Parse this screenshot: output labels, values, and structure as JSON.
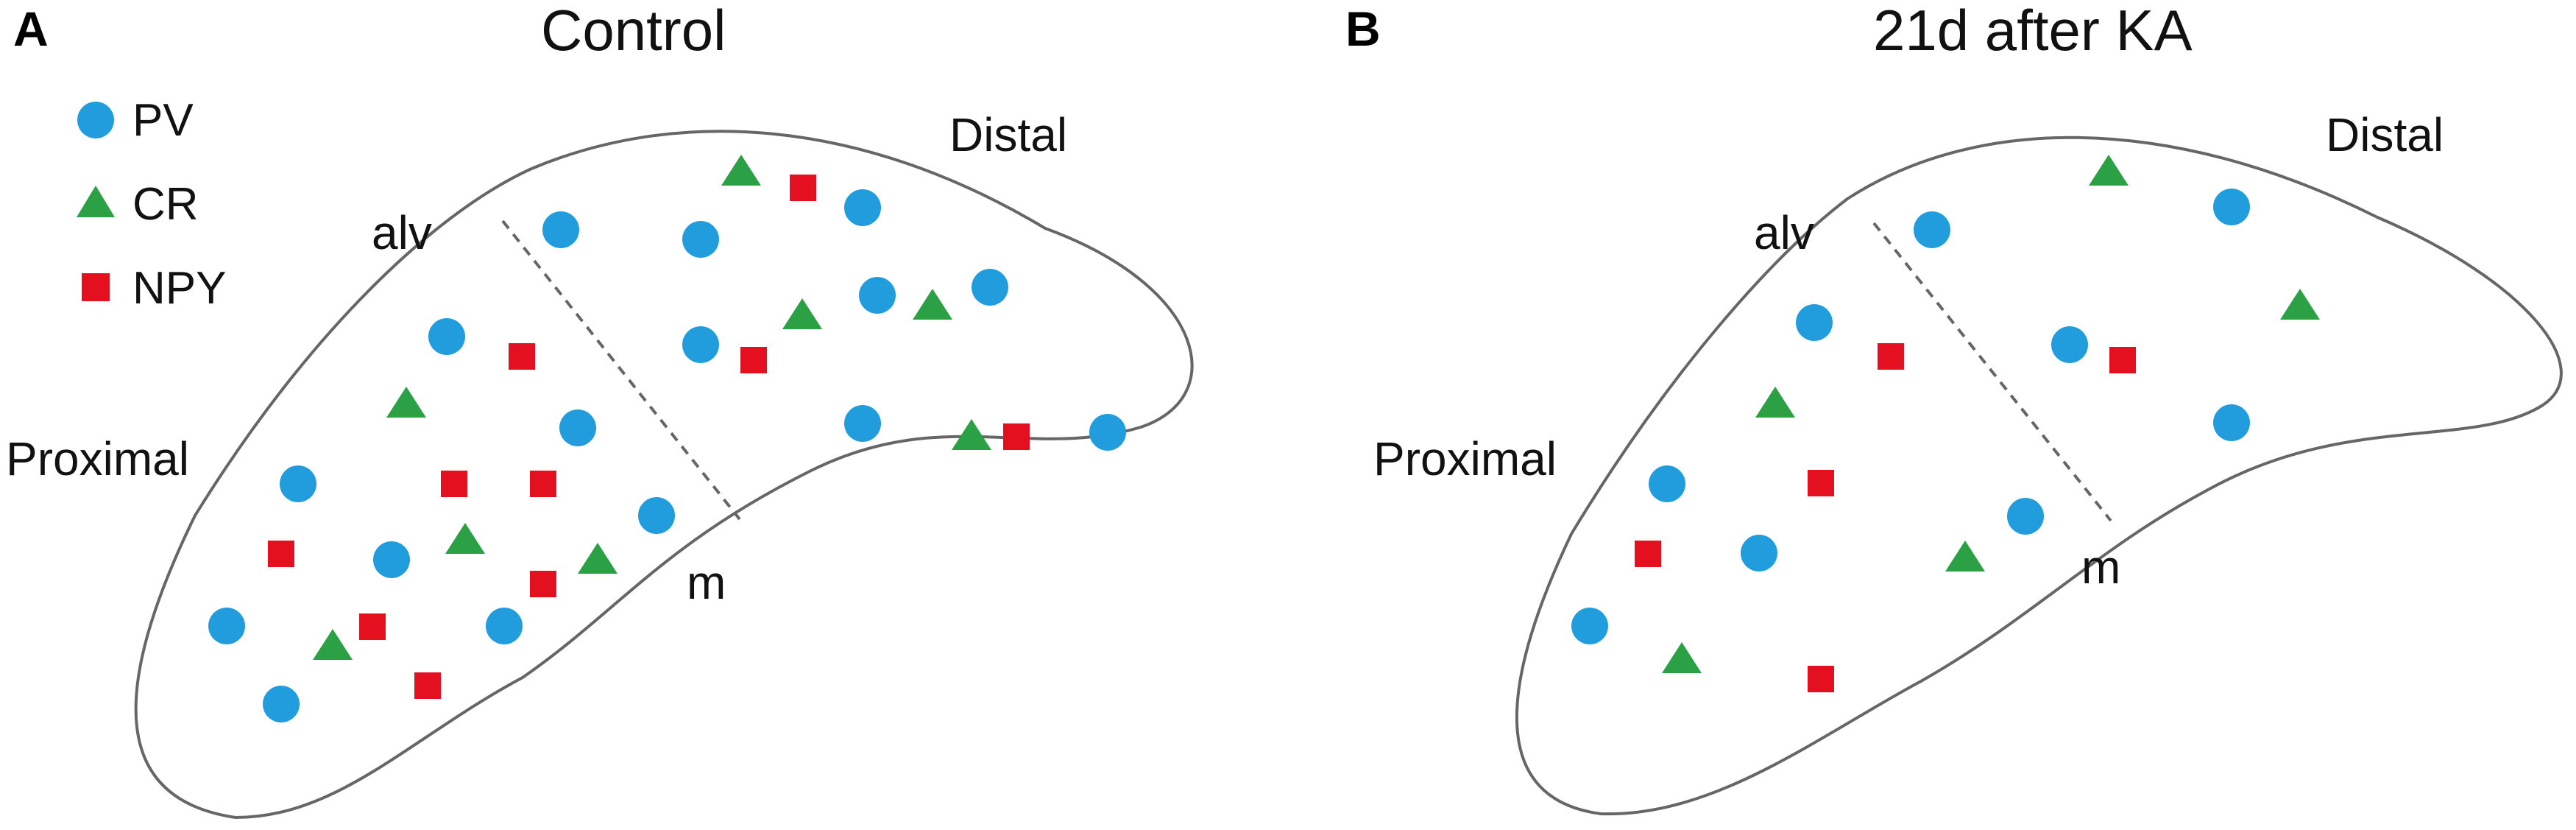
{
  "colors": {
    "PV": "#219ddd",
    "CR": "#2ca045",
    "NPY": "#e5101f"
  },
  "legend": [
    {
      "key": "PV",
      "label": "PV",
      "shape": "circle"
    },
    {
      "key": "CR",
      "label": "CR",
      "shape": "triangle"
    },
    {
      "key": "NPY",
      "label": "NPY",
      "shape": "square"
    }
  ],
  "panels": [
    {
      "letter": "A",
      "title": "Control",
      "labels": {
        "alv": "alv",
        "m": "m",
        "proximal": "Proximal",
        "distal": "Distal"
      }
    },
    {
      "letter": "B",
      "title": "21d after KA",
      "labels": {
        "alv": "alv",
        "m": "m",
        "proximal": "Proximal",
        "distal": "Distal"
      }
    }
  ]
}
